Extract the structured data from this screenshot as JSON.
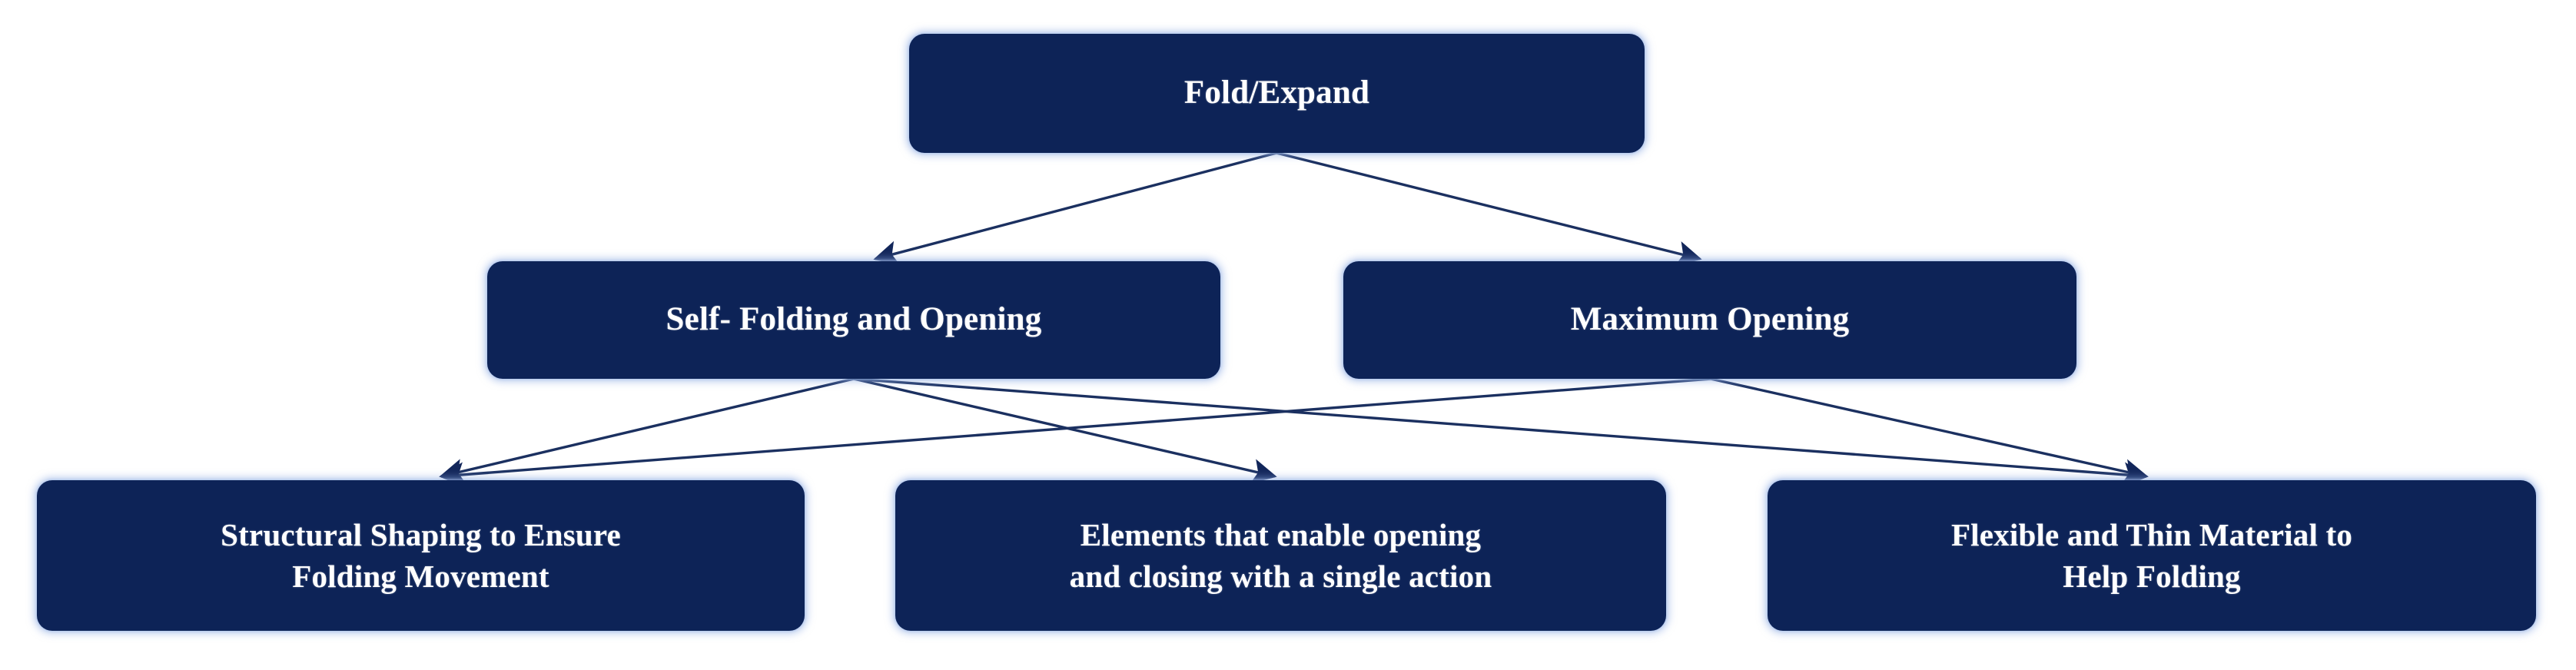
{
  "diagram": {
    "type": "hierarchy-tree",
    "orientation": "top-down",
    "background_color": "#ffffff",
    "node_fill_color": "#0d2357",
    "node_text_color": "#ffffff",
    "connector_color": "#1b3060",
    "levels": 3,
    "nodes": {
      "root": {
        "id": "fold-expand",
        "label": "Fold/Expand",
        "level": 1
      },
      "level2": [
        {
          "id": "self-folding-opening",
          "label": "Self- Folding and Opening",
          "level": 2
        },
        {
          "id": "maximum-opening",
          "label": "Maximum Opening",
          "level": 2
        }
      ],
      "level3": [
        {
          "id": "structural-shaping",
          "label": "Structural Shaping to Ensure\nFolding Movement",
          "level": 3
        },
        {
          "id": "elements-single-action",
          "label": "Elements that enable opening\nand closing with a single action",
          "level": 3
        },
        {
          "id": "flexible-thin-material",
          "label": "Flexible and Thin Material to\nHelp Folding",
          "level": 3
        }
      ]
    },
    "edges": [
      {
        "from": "fold-expand",
        "to": "self-folding-opening",
        "arrow": true
      },
      {
        "from": "fold-expand",
        "to": "maximum-opening",
        "arrow": true
      },
      {
        "from": "self-folding-opening",
        "to": "structural-shaping",
        "arrow": true
      },
      {
        "from": "self-folding-opening",
        "to": "elements-single-action",
        "arrow": true
      },
      {
        "from": "self-folding-opening",
        "to": "flexible-thin-material",
        "arrow": true
      },
      {
        "from": "maximum-opening",
        "to": "structural-shaping",
        "arrow": true
      },
      {
        "from": "maximum-opening",
        "to": "flexible-thin-material",
        "arrow": true
      }
    ]
  }
}
